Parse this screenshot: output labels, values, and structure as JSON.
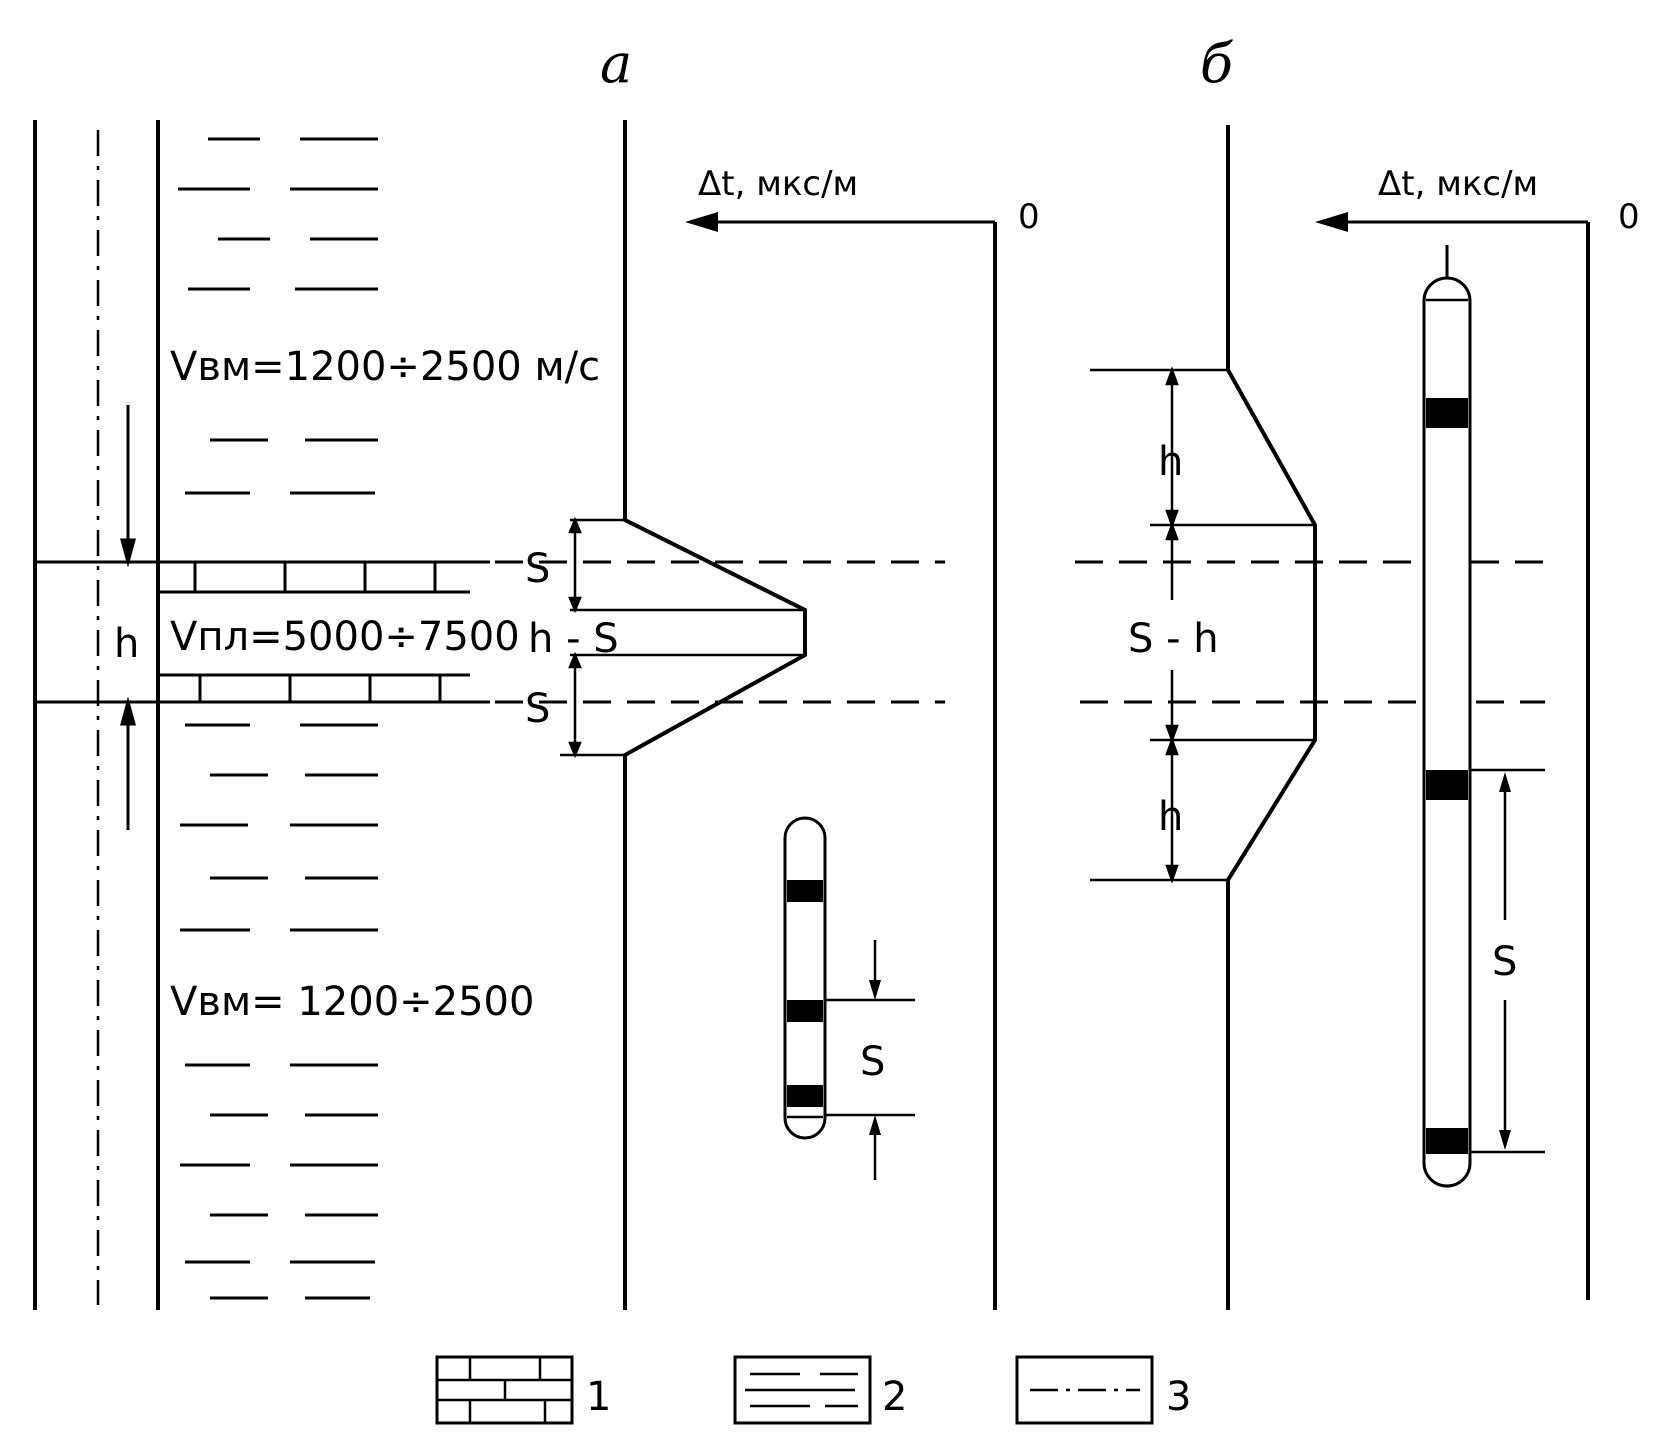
{
  "panels": {
    "a": {
      "header": "а",
      "axis_label": "Δt, мкс/м",
      "axis_zero": "0",
      "dims": {
        "s_top": "S",
        "middle": "h - S",
        "s_bottom": "S"
      },
      "probe_spacing": "S"
    },
    "b": {
      "header": "б",
      "axis_label": "Δt, мкс/м",
      "axis_zero": "0",
      "dims": {
        "h_top": "h",
        "middle": "S - h",
        "h_bottom": "h"
      },
      "probe_spacing": "S"
    }
  },
  "section": {
    "host_top_label": "Vвм=1200÷2500 м/с",
    "layer_label": "Vпл=5000÷7500",
    "host_bottom_label": "Vвм= 1200÷2500",
    "thickness_label": "h"
  },
  "legend": {
    "items": [
      {
        "pattern": "limestone",
        "label": "1"
      },
      {
        "pattern": "clay",
        "label": "2"
      },
      {
        "pattern": "axis-dashdot",
        "label": "3"
      }
    ]
  }
}
